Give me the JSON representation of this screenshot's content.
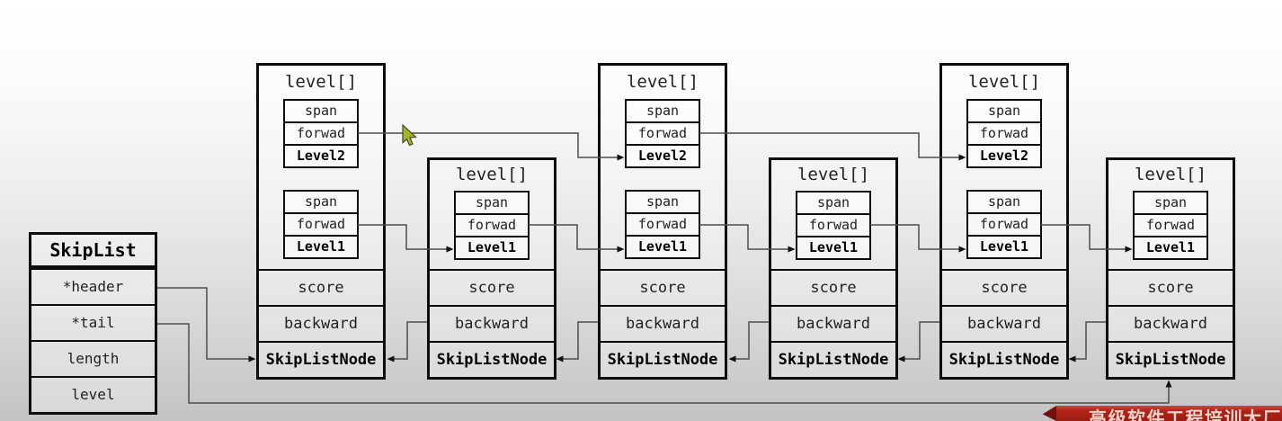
{
  "struct": {
    "title": "SkipList",
    "fields": [
      {
        "label": "*header"
      },
      {
        "label": "*tail"
      },
      {
        "label": "length"
      },
      {
        "label": "level"
      }
    ]
  },
  "labels": {
    "title": "level[]",
    "span": "span",
    "forward": "forwad",
    "score": "score",
    "backward": "backward",
    "node_type": "SkipListNode"
  },
  "nodes": [
    {
      "levels": [
        "Level2",
        "Level1"
      ]
    },
    {
      "levels": [
        "Level1"
      ]
    },
    {
      "levels": [
        "Level2",
        "Level1"
      ]
    },
    {
      "levels": [
        "Level1"
      ]
    },
    {
      "levels": [
        "Level2",
        "Level1"
      ]
    },
    {
      "levels": [
        "Level1"
      ]
    }
  ],
  "banner": {
    "text": "高级软件工程培训大厂",
    "color": "#b02317"
  },
  "cursor": {
    "color": "#a4b42c"
  },
  "wire_color": "#4d4d4d"
}
